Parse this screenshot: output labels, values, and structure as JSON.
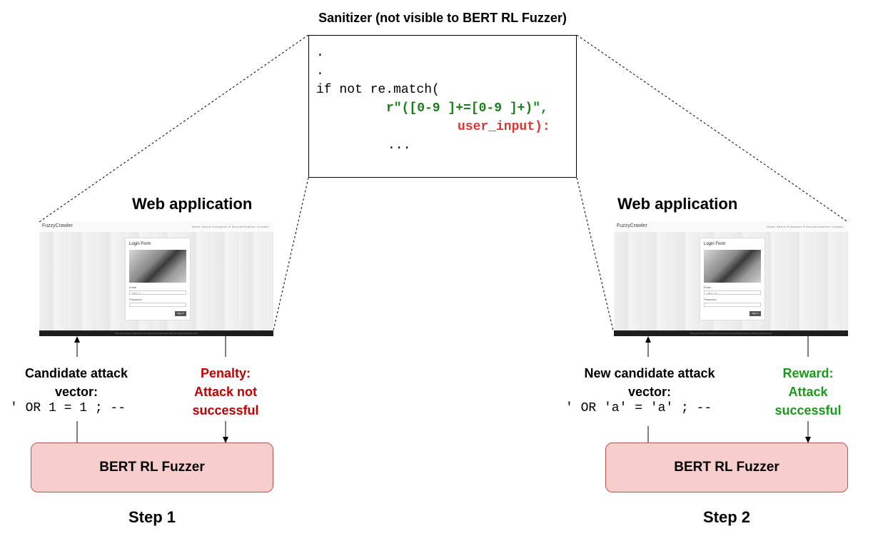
{
  "sanitizer": {
    "title": "Sanitizer (not visible to BERT RL Fuzzer)",
    "code": {
      "dot1": ".",
      "dot2": ".",
      "line1": "if not re.match(",
      "line2": "r\"([0-9 ]+=[0-9 ]+)\",",
      "line3": "user_input):",
      "line4": "..."
    }
  },
  "web_app": {
    "title": "Web application",
    "brand": "FuzzyCrawler",
    "nav_links": "Home   About   Examples ▾   Documentation   Contact",
    "form_title": "Login Form",
    "email_label": "Email",
    "password_label": "Password",
    "submit_label": "Sign In",
    "footer_text": "This web portal is restricted to be used by FuzzyCrawler team for testing purposes only."
  },
  "step1": {
    "label": "Step 1",
    "candidate_label": "Candidate attack\nvector:",
    "attack_vector": "' OR 1 = 1 ; --",
    "email_value": "' OR 1 = 1 ; --",
    "feedback": "Penalty:\nAttack not\nsuccessful",
    "fuzzer_label": "BERT RL Fuzzer"
  },
  "step2": {
    "label": "Step 2",
    "candidate_label": "New candidate attack\nvector:",
    "attack_vector": "' OR 'a' = 'a' ; --",
    "email_value": "' OR 'a' = 'a' ; --",
    "feedback": "Reward:\nAttack\nsuccessful",
    "fuzzer_label": "BERT RL Fuzzer"
  },
  "colors": {
    "penalty": "#c00000",
    "reward": "#1a9a1a",
    "fuzzer_fill": "#f8cecc",
    "fuzzer_stroke": "#b85450",
    "code_green": "#1a7f1a",
    "code_red": "#d93636"
  }
}
